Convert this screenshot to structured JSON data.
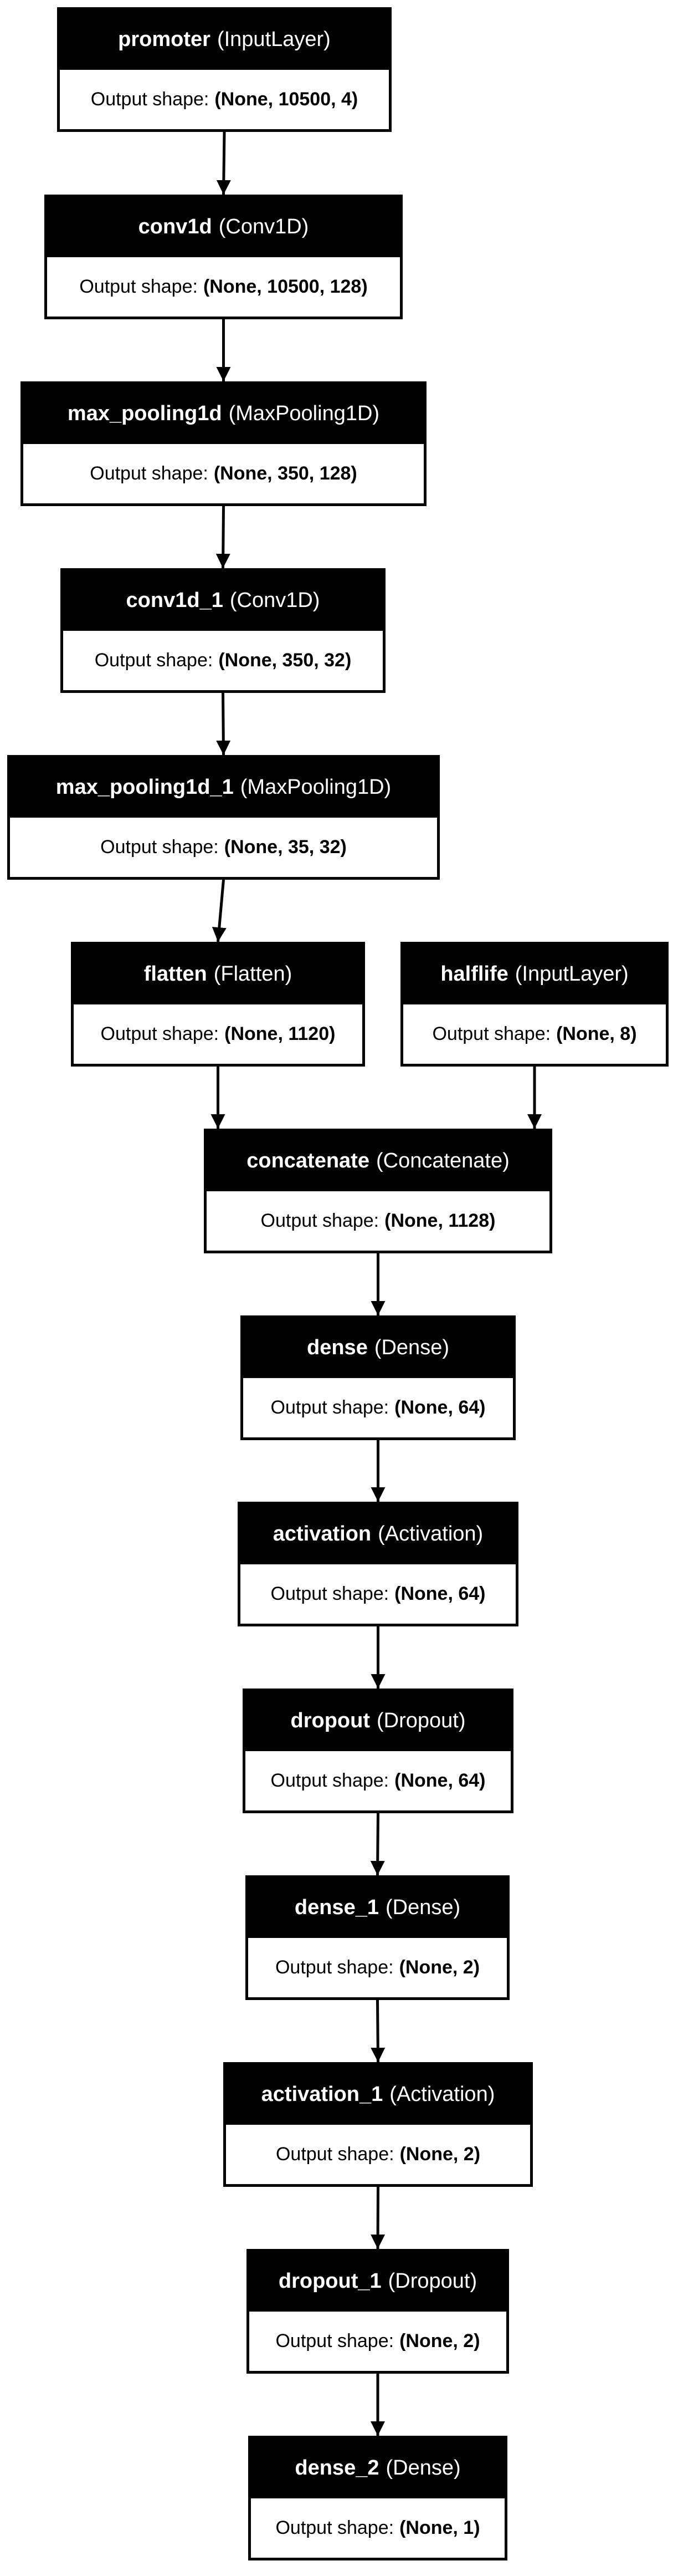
{
  "output_prefix": "Output shape:",
  "nodes": [
    {
      "id": "promoter",
      "name": "promoter",
      "type": "(InputLayer)",
      "shape": "(None, 10500, 4)"
    },
    {
      "id": "conv1d",
      "name": "conv1d",
      "type": "(Conv1D)",
      "shape": "(None, 10500, 128)"
    },
    {
      "id": "max_pooling1d",
      "name": "max_pooling1d",
      "type": "(MaxPooling1D)",
      "shape": "(None, 350, 128)"
    },
    {
      "id": "conv1d_1",
      "name": "conv1d_1",
      "type": "(Conv1D)",
      "shape": "(None, 350, 32)"
    },
    {
      "id": "max_pooling1d_1",
      "name": "max_pooling1d_1",
      "type": "(MaxPooling1D)",
      "shape": "(None, 35, 32)"
    },
    {
      "id": "flatten",
      "name": "flatten",
      "type": "(Flatten)",
      "shape": "(None, 1120)"
    },
    {
      "id": "halflife",
      "name": "halflife",
      "type": "(InputLayer)",
      "shape": "(None, 8)"
    },
    {
      "id": "concatenate",
      "name": "concatenate",
      "type": "(Concatenate)",
      "shape": "(None, 1128)"
    },
    {
      "id": "dense",
      "name": "dense",
      "type": "(Dense)",
      "shape": "(None, 64)"
    },
    {
      "id": "activation",
      "name": "activation",
      "type": "(Activation)",
      "shape": "(None, 64)"
    },
    {
      "id": "dropout",
      "name": "dropout",
      "type": "(Dropout)",
      "shape": "(None, 64)"
    },
    {
      "id": "dense_1",
      "name": "dense_1",
      "type": "(Dense)",
      "shape": "(None, 2)"
    },
    {
      "id": "activation_1",
      "name": "activation_1",
      "type": "(Activation)",
      "shape": "(None, 2)"
    },
    {
      "id": "dropout_1",
      "name": "dropout_1",
      "type": "(Dropout)",
      "shape": "(None, 2)"
    },
    {
      "id": "dense_2",
      "name": "dense_2",
      "type": "(Dense)",
      "shape": "(None, 1)"
    }
  ],
  "edges": [
    [
      "promoter",
      "conv1d"
    ],
    [
      "conv1d",
      "max_pooling1d"
    ],
    [
      "max_pooling1d",
      "conv1d_1"
    ],
    [
      "conv1d_1",
      "max_pooling1d_1"
    ],
    [
      "max_pooling1d_1",
      "flatten"
    ],
    [
      "flatten",
      "concatenate"
    ],
    [
      "halflife",
      "concatenate"
    ],
    [
      "concatenate",
      "dense"
    ],
    [
      "dense",
      "activation"
    ],
    [
      "activation",
      "dropout"
    ],
    [
      "dropout",
      "dense_1"
    ],
    [
      "dense_1",
      "activation_1"
    ],
    [
      "activation_1",
      "dropout_1"
    ],
    [
      "dropout_1",
      "dense_2"
    ]
  ]
}
